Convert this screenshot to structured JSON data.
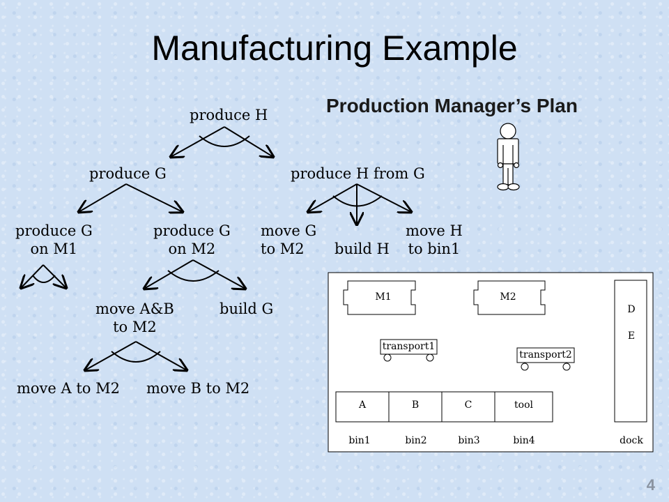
{
  "slide": {
    "title": "Manufacturing Example",
    "subtitle": "Production Manager’s Plan",
    "page_number": "4"
  },
  "tree": {
    "root": "produce H",
    "produce_g": "produce G",
    "produce_h_from_g": "produce H from G",
    "produce_g_m1": [
      "produce G",
      "on M1"
    ],
    "produce_g_m2": [
      "produce G",
      "on M2"
    ],
    "move_g": [
      "move G",
      "to M2"
    ],
    "build_h": "build H",
    "move_h": [
      "move H",
      "to bin1"
    ],
    "move_ab": [
      "move A&B",
      "to M2"
    ],
    "build_g": "build G",
    "move_a": "move A to M2",
    "move_b": "move B to M2"
  },
  "facility": {
    "machines": [
      "M1",
      "M2"
    ],
    "transports": [
      "transport1",
      "transport2"
    ],
    "bins": [
      {
        "content": "A",
        "label": "bin1"
      },
      {
        "content": "B",
        "label": "bin2"
      },
      {
        "content": "C",
        "label": "bin3"
      },
      {
        "content": "tool",
        "label": "bin4"
      }
    ],
    "dock_items": [
      "D",
      "E"
    ],
    "dock_label": "dock"
  },
  "colors": {
    "background": "#cfe0f4",
    "ink": "#000000",
    "page_number": "#8a93a0"
  },
  "icons": [
    "person-icon"
  ]
}
